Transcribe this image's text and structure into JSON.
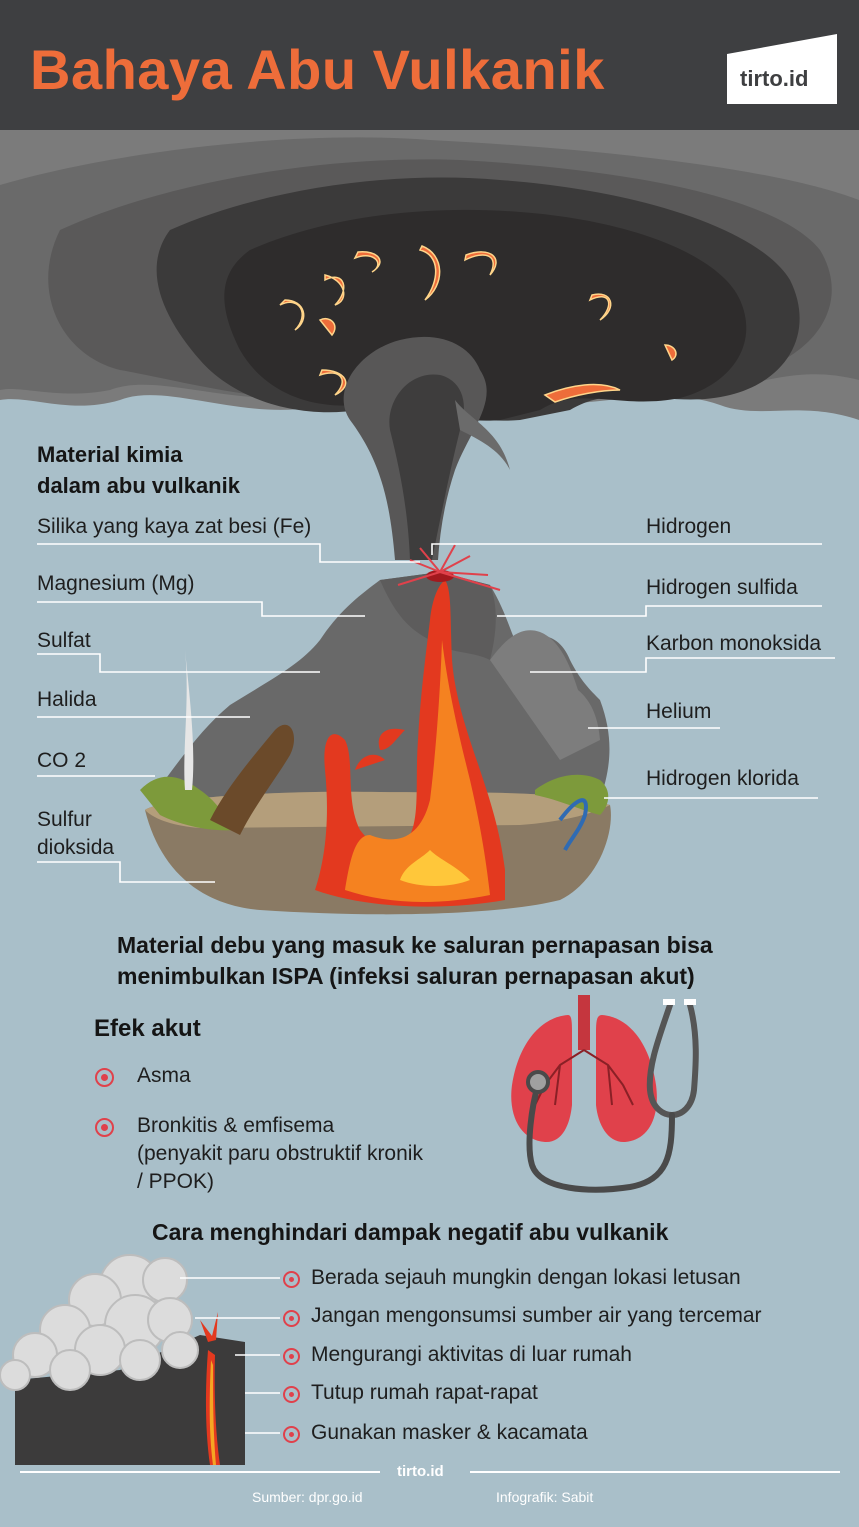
{
  "header": {
    "title": "Bahaya Abu Vulkanik",
    "logo": "tirto.id"
  },
  "chemicals": {
    "heading_line1": "Material kimia",
    "heading_line2": "dalam abu vulkanik",
    "left": [
      "Silika yang kaya zat besi (Fe)",
      "Magnesium (Mg)",
      "Sulfat",
      "Halida",
      "CO 2",
      "Sulfur",
      "dioksida"
    ],
    "right": [
      "Hidrogen",
      "Hidrogen sulfida",
      "Karbon monoksida",
      "Helium",
      "Hidrogen klorida"
    ]
  },
  "ispa": {
    "line1": "Material debu yang masuk ke saluran pernapasan bisa",
    "line2": "menimbulkan ISPA (infeksi saluran pernapasan akut)"
  },
  "acute": {
    "heading": "Efek akut",
    "item1": "Asma",
    "item2_line1": "Bronkitis & emfisema",
    "item2_line2": "(penyakit paru obstruktif kronik",
    "item2_line3": "/ PPOK)"
  },
  "prevention": {
    "heading": "Cara menghindari dampak negatif abu vulkanik",
    "items": [
      "Berada sejauh mungkin dengan lokasi letusan",
      "Jangan mengonsumsi sumber air yang tercemar",
      "Mengurangi aktivitas di luar rumah",
      "Tutup rumah rapat-rapat",
      "Gunakan masker & kacamata"
    ]
  },
  "footer": {
    "brand": "tirto.id",
    "source": "Sumber: dpr.go.id",
    "credit": "Infografik: Sabit"
  },
  "colors": {
    "header_bg": "#3e3f41",
    "title": "#ee6d3a",
    "background": "#a9bfc9",
    "accent_red": "#e0414b",
    "lava": "#f04a23"
  },
  "icons": [
    "eruption-cloud",
    "volcano",
    "lungs-icon",
    "stethoscope-icon",
    "bullet-icon"
  ]
}
